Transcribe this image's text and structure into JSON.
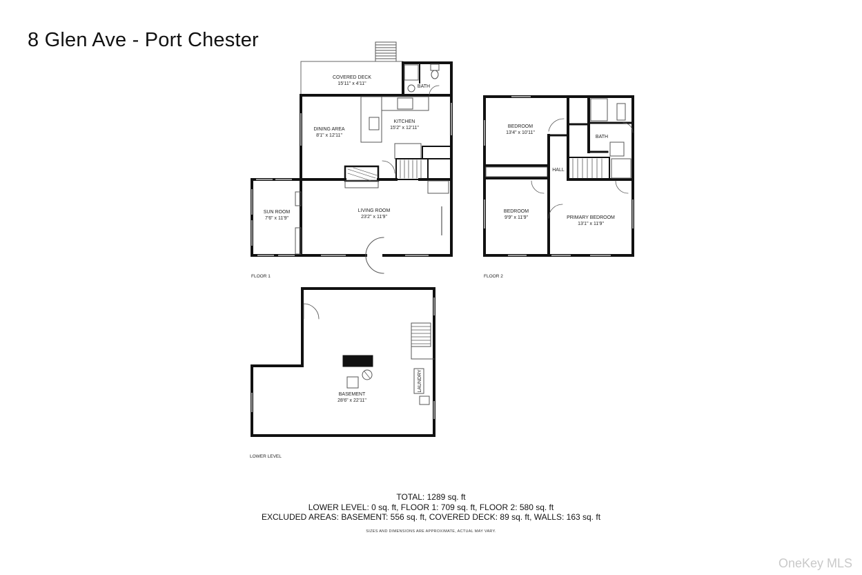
{
  "title": "8 Glen Ave - Port Chester",
  "floors": [
    {
      "label": "FLOOR 1"
    },
    {
      "label": "FLOOR 2"
    },
    {
      "label": "LOWER LEVEL"
    }
  ],
  "rooms": {
    "covered_deck": {
      "name": "COVERED DECK",
      "dims": "15'11\" x 4'11\""
    },
    "bath1": {
      "name": "BATH"
    },
    "kitchen": {
      "name": "KITCHEN",
      "dims": "15'2\" x 12'11\""
    },
    "dining": {
      "name": "DINING AREA",
      "dims": "8'1\" x 12'11\""
    },
    "sun_room": {
      "name": "SUN ROOM",
      "dims": "7'6\" x 11'9\""
    },
    "living": {
      "name": "LIVING ROOM",
      "dims": "23'2\" x 11'9\""
    },
    "bedroom1": {
      "name": "BEDROOM",
      "dims": "13'4\" x 10'11\""
    },
    "bath2": {
      "name": "BATH"
    },
    "hall": {
      "name": "HALL"
    },
    "bedroom2": {
      "name": "BEDROOM",
      "dims": "9'9\" x 11'9\""
    },
    "primary": {
      "name": "PRIMARY BEDROOM",
      "dims": "13'1\" x 11'9\""
    },
    "basement": {
      "name": "BASEMENT",
      "dims": "28'6\" x 22'11\""
    },
    "laundry": {
      "name": "LAUNDRY"
    }
  },
  "summary": {
    "total": "TOTAL: 1289 sq. ft",
    "levels": "LOWER LEVEL: 0 sq. ft, FLOOR 1: 709 sq. ft, FLOOR 2: 580 sq. ft",
    "excluded": "EXCLUDED AREAS: BASEMENT: 556 sq. ft, COVERED DECK: 89 sq. ft, WALLS: 163 sq. ft",
    "disclaimer": "SIZES AND DIMENSIONS ARE APPROXIMATE, ACTUAL MAY VARY."
  },
  "watermark": "OneKey MLS"
}
